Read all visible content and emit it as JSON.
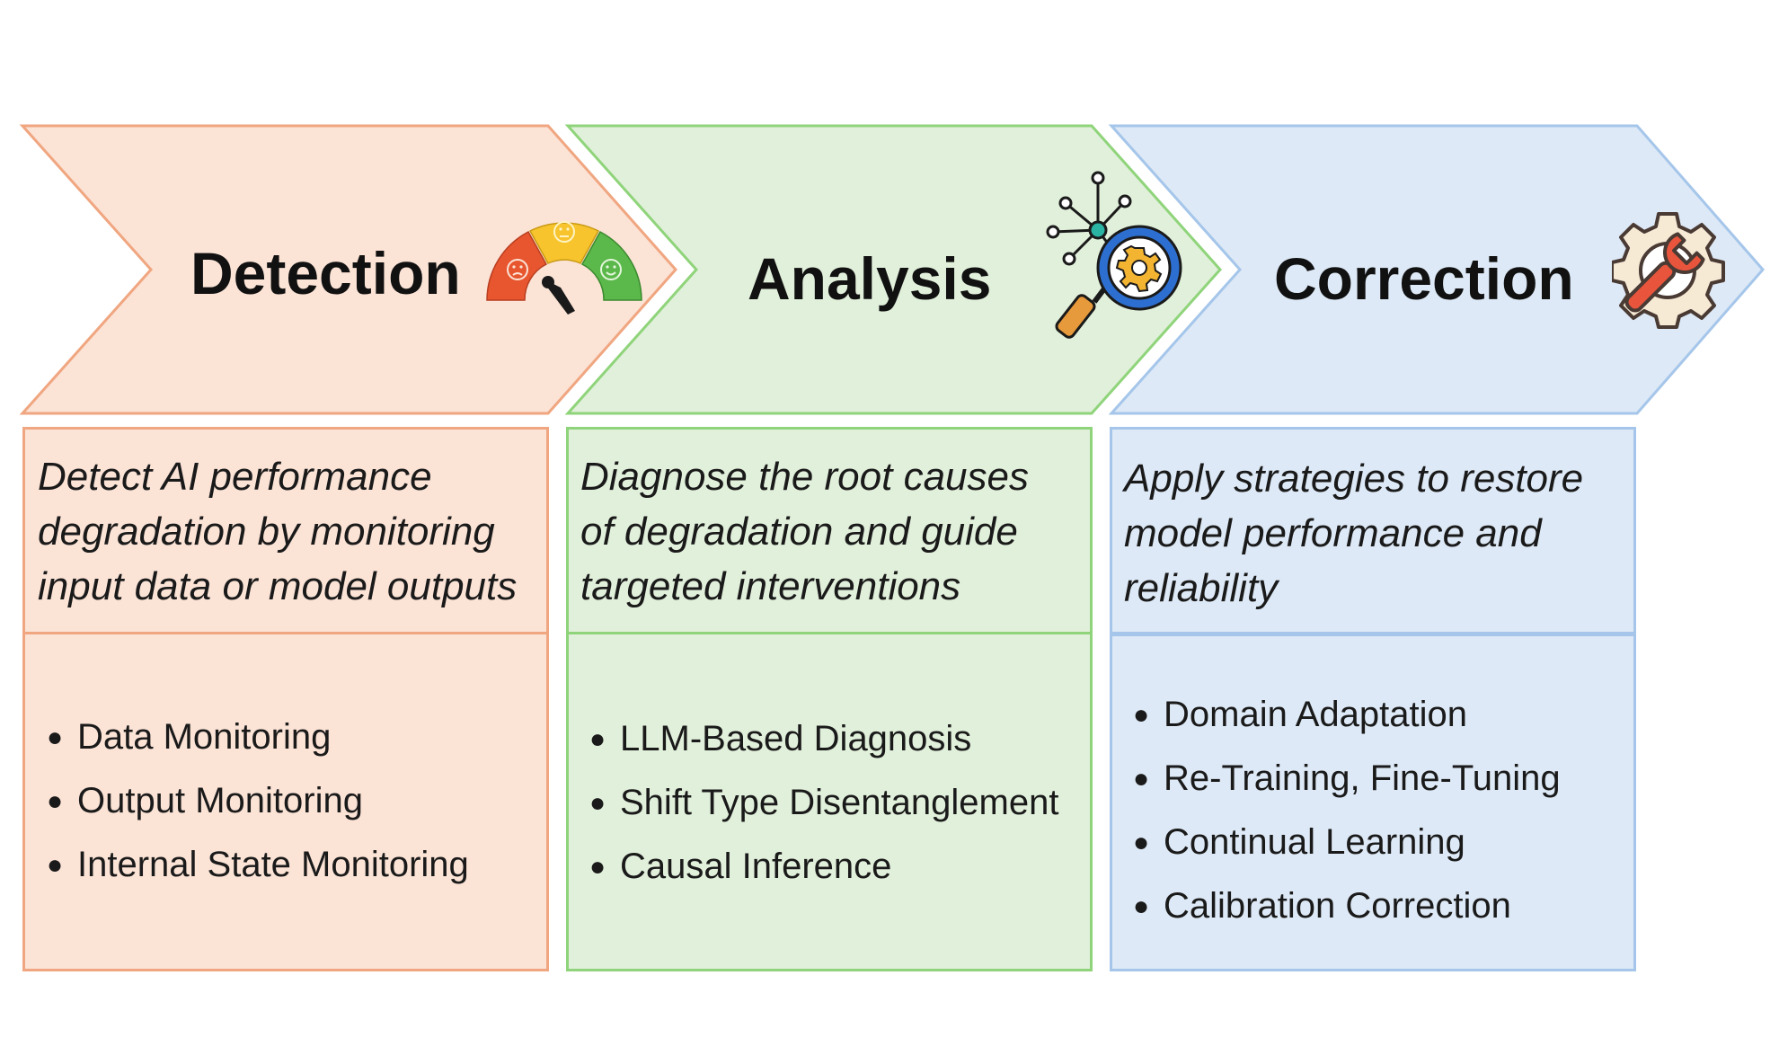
{
  "stages": [
    {
      "title": "Detection",
      "description": [
        "Detect AI performance",
        "degradation by monitoring",
        "input data or model outputs"
      ],
      "items": [
        "Data Monitoring",
        "Output Monitoring",
        "Internal State Monitoring"
      ],
      "icon": "gauge-icon",
      "fill": "#fbe3d6",
      "border": "#f0a680"
    },
    {
      "title": "Analysis",
      "description": [
        "Diagnose the root causes",
        "of degradation and guide",
        "targeted interventions"
      ],
      "items": [
        "LLM-Based Diagnosis",
        "Shift Type Disentanglement",
        "Causal Inference"
      ],
      "icon": "network-magnifier-icon",
      "fill": "#e1f0db",
      "border": "#8fd47a"
    },
    {
      "title": "Correction",
      "description": [
        "Apply strategies to restore",
        "model performance and",
        "reliability"
      ],
      "items": [
        "Domain Adaptation",
        "Re-Training, Fine-Tuning",
        "Continual Learning",
        "Calibration Correction"
      ],
      "icon": "gear-wrench-icon",
      "fill": "#dde9f6",
      "border": "#a5c6ea"
    }
  ]
}
